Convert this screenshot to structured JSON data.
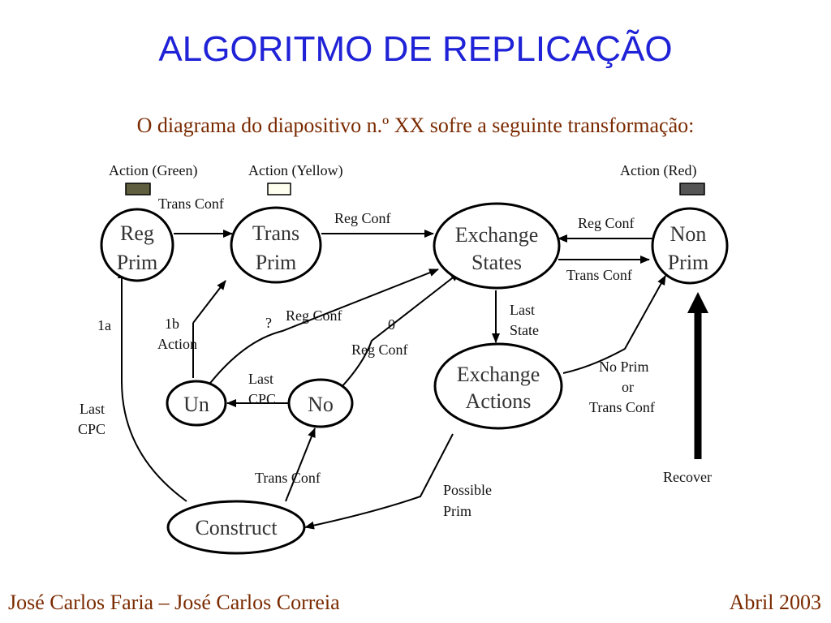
{
  "slide": {
    "title": "ALGORITMO DE REPLICAÇÃO",
    "subtitle": "O diagrama do diapositivo n.º XX sofre a seguinte transformação:",
    "footer_authors": "José Carlos Faria – José Carlos Correia",
    "footer_date": "Abril 2003"
  },
  "colors": {
    "title": "#1f22d6",
    "text": "#7a2a00",
    "action_green": "#5f5f3f",
    "action_yellow": "#fffff0",
    "action_red": "#555555"
  },
  "legend": {
    "green": "Action (Green)",
    "yellow": "Action (Yellow)",
    "red": "Action (Red)"
  },
  "nodes": {
    "reg_prim": [
      "Reg",
      "Prim"
    ],
    "trans_prim": [
      "Trans",
      "Prim"
    ],
    "exchange_states": [
      "Exchange",
      "States"
    ],
    "non_prim": [
      "Non",
      "Prim"
    ],
    "exchange_actions": [
      "Exchange",
      "Actions"
    ],
    "un": "Un",
    "no": "No",
    "construct": "Construct"
  },
  "edges": {
    "reg_to_trans": "Trans Conf",
    "trans_to_exchange": "Reg Conf",
    "non_to_exchange": "Reg Conf",
    "exchange_to_non": "Trans Conf",
    "last_state": [
      "Last",
      "State"
    ],
    "one_b": [
      "1b",
      "Action"
    ],
    "question": "?",
    "un_to_exchange": "Reg Conf",
    "no_to_exchange": [
      "0",
      "Reg Conf"
    ],
    "no_to_un": [
      "Last",
      "CPC"
    ],
    "one_a": "1a",
    "construct_to_reg": [
      "Last",
      "CPC"
    ],
    "construct_to_no": "Trans Conf",
    "actions_to_non": [
      "No Prim",
      "or",
      "Trans Conf"
    ],
    "actions_to_construct": [
      "Possible",
      "Prim"
    ],
    "recover": "Recover"
  }
}
